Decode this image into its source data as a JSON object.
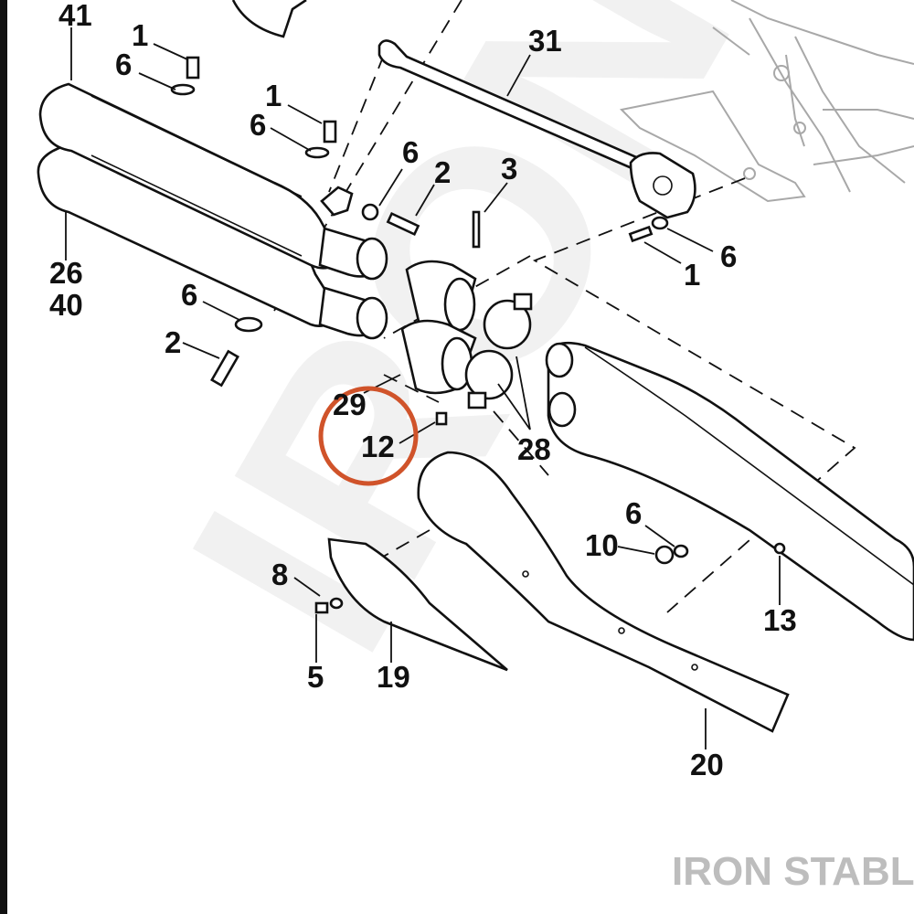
{
  "watermark": {
    "text": "IRON STABLE"
  },
  "brand": {
    "text": "IRON STABLE",
    "color": "#bdbdbd"
  },
  "highlight": {
    "target_callout": "12",
    "color": "#d0532a"
  },
  "callouts": [
    {
      "id": "41",
      "label": "41"
    },
    {
      "id": "1a",
      "label": "1"
    },
    {
      "id": "6a",
      "label": "6"
    },
    {
      "id": "31",
      "label": "31"
    },
    {
      "id": "1b",
      "label": "1"
    },
    {
      "id": "6b",
      "label": "6"
    },
    {
      "id": "6c",
      "label": "6"
    },
    {
      "id": "2a",
      "label": "2"
    },
    {
      "id": "3",
      "label": "3"
    },
    {
      "id": "26",
      "label": "26"
    },
    {
      "id": "40",
      "label": "40"
    },
    {
      "id": "6d",
      "label": "6"
    },
    {
      "id": "1c",
      "label": "1"
    },
    {
      "id": "6e",
      "label": "6"
    },
    {
      "id": "2b",
      "label": "2"
    },
    {
      "id": "29",
      "label": "29"
    },
    {
      "id": "12",
      "label": "12"
    },
    {
      "id": "28",
      "label": "28"
    },
    {
      "id": "6f",
      "label": "6"
    },
    {
      "id": "10",
      "label": "10"
    },
    {
      "id": "8",
      "label": "8"
    },
    {
      "id": "13",
      "label": "13"
    },
    {
      "id": "5",
      "label": "5"
    },
    {
      "id": "19",
      "label": "19"
    },
    {
      "id": "20",
      "label": "20"
    }
  ]
}
